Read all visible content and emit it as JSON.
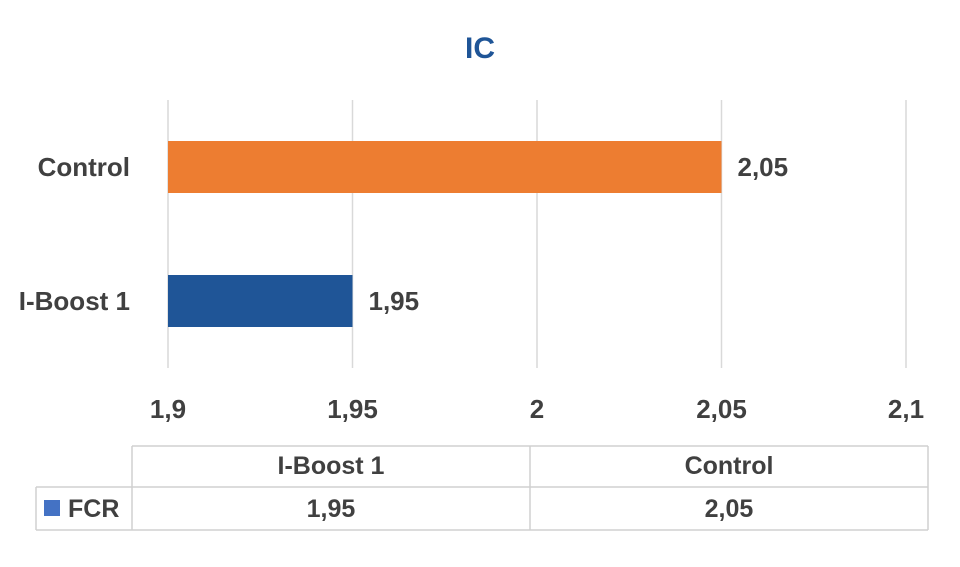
{
  "chart_data": {
    "type": "bar",
    "orientation": "horizontal",
    "title": "IC",
    "categories": [
      "I-Boost 1",
      "Control"
    ],
    "series": [
      {
        "name": "FCR",
        "values": [
          1.95,
          2.05
        ]
      }
    ],
    "bar_colors": [
      "#1f5597",
      "#ed7d31"
    ],
    "data_labels": [
      "1,95",
      "2,05"
    ],
    "xlim": [
      1.9,
      2.1
    ],
    "x_ticks": [
      1.9,
      1.95,
      2,
      2.05,
      2.1
    ],
    "x_tick_labels": [
      "1,9",
      "1,95",
      "2",
      "2,05",
      "2,1"
    ],
    "grid": true,
    "legend": "data-table-below",
    "data_table": {
      "headers": [
        "I-Boost 1",
        "Control"
      ],
      "rows": [
        {
          "series": "FCR",
          "legend_color": "#4472c4",
          "values": [
            "1,95",
            "2,05"
          ]
        }
      ]
    },
    "colors": {
      "title": "#1f5597",
      "text": "#404040",
      "grid": "#d9d9d9"
    }
  }
}
